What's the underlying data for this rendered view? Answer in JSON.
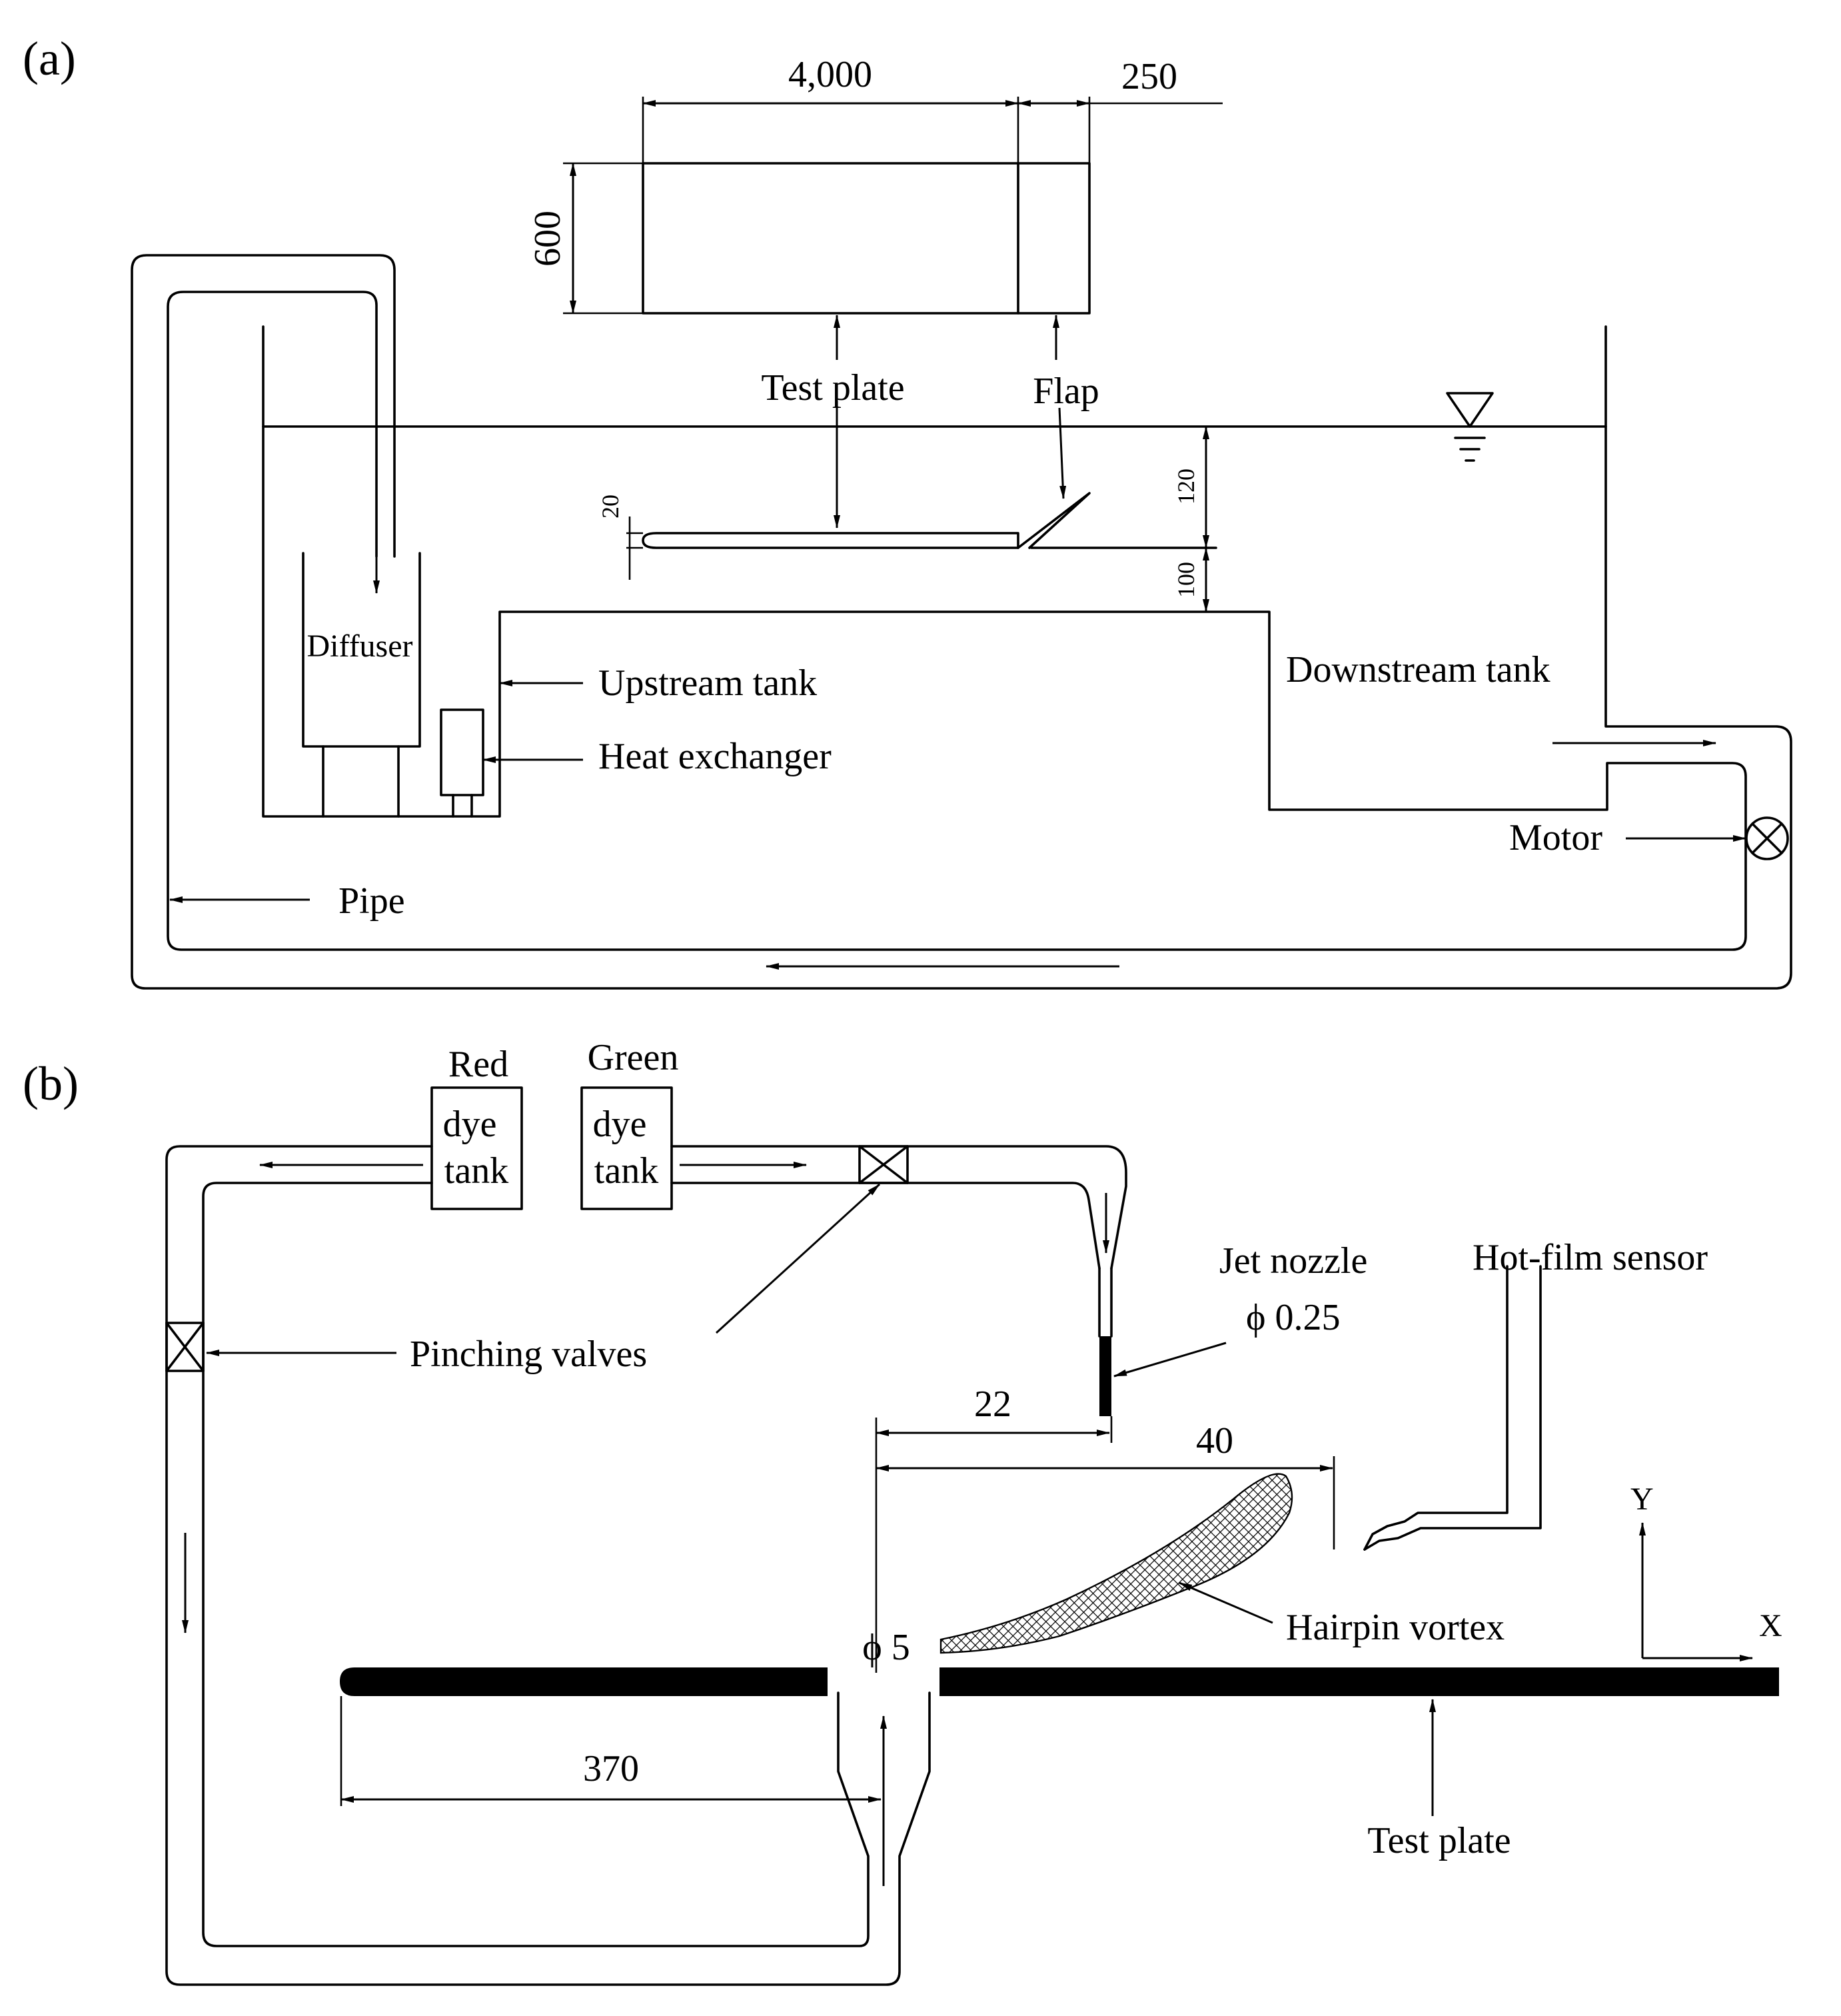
{
  "panel_a": {
    "label": "(a)",
    "dims": {
      "length": "4,000",
      "flap_length": "250",
      "width": "600",
      "depth_top": "120",
      "depth_bottom": "100",
      "thickness": "20"
    },
    "labels": {
      "test_plate": "Test plate",
      "flap": "Flap",
      "diffuser": "Diffuser",
      "upstream_tank": "Upstream tank",
      "heat_exchanger": "Heat exchanger",
      "downstream_tank": "Downstream tank",
      "motor": "Motor",
      "pipe": "Pipe"
    }
  },
  "panel_b": {
    "label": "(b)",
    "red_tank": {
      "title": "Red",
      "line1": "dye",
      "line2": "tank"
    },
    "green_tank": {
      "title": "Green",
      "line1": "dye",
      "line2": "tank"
    },
    "labels": {
      "pinching_valves": "Pinching valves",
      "jet_nozzle": "Jet nozzle",
      "jet_nozzle_dia": "ϕ 0.25",
      "hot_film_sensor": "Hot-film sensor",
      "hairpin_vortex": "Hairpin vortex",
      "test_plate": "Test plate",
      "hole_dia": "ϕ 5",
      "axis_x": "X",
      "axis_y": "Y"
    },
    "dims": {
      "nozzle_dist": "22",
      "sensor_dist": "40",
      "leading_edge_dist": "370"
    }
  }
}
